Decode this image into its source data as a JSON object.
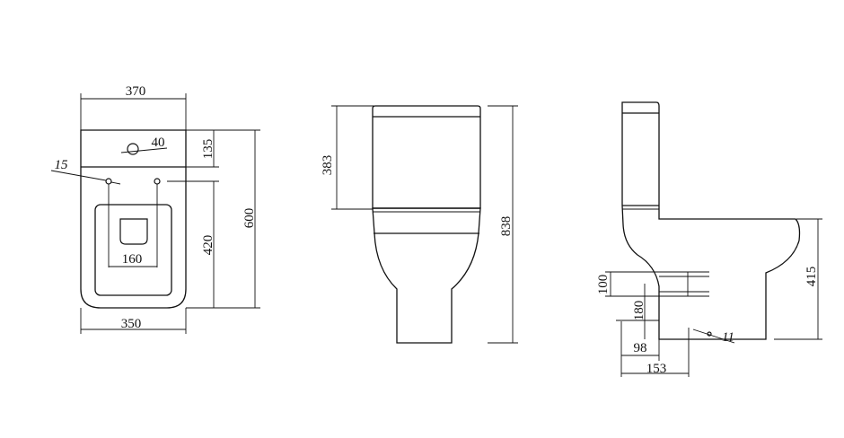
{
  "top_view": {
    "dim_width_top": "370",
    "dim_hole": "40",
    "dim_tank_depth": "135",
    "dim_fixing_hole": "15",
    "dim_total_depth": "600",
    "dim_seat_length": "420",
    "dim_seat_fixing": "160",
    "dim_width_bottom": "350"
  },
  "front_view": {
    "dim_cistern_height": "383",
    "dim_total_height": "838"
  },
  "side_view": {
    "dim_pan_height": "415",
    "dim_outlet_dia": "100",
    "dim_outlet_height": "180",
    "dim_wall_to_outlet": "98",
    "dim_wall_to_outlet_far": "153",
    "dim_floor_fixing": "11"
  }
}
